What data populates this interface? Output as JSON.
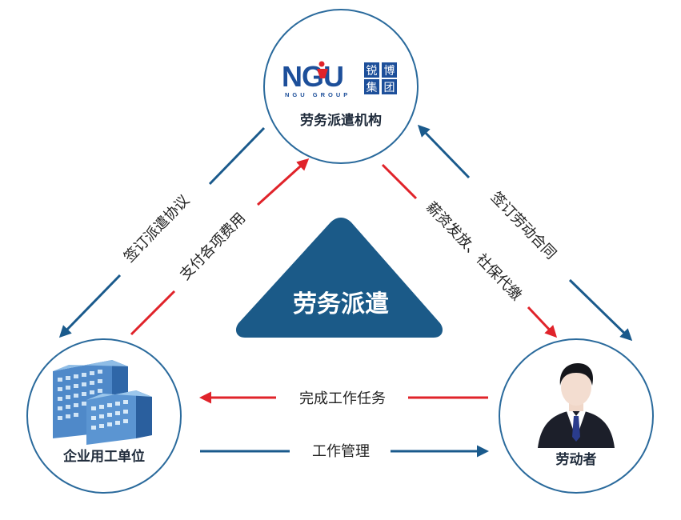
{
  "nodes": {
    "agency": {
      "label": "劳务派遣机构",
      "logo": {
        "mark": "NGU",
        "sub": "NGU GROUP",
        "chars": [
          "锐",
          "博",
          "集",
          "团"
        ]
      }
    },
    "employer": {
      "label": "企业用工单位"
    },
    "worker": {
      "label": "劳动者"
    }
  },
  "center": {
    "label": "劳务派遣"
  },
  "edges": {
    "dispatch_agreement": "签订派遣协议",
    "pay_fees": "支付各项费用",
    "labor_contract": "签订劳动合同",
    "salary_insurance": "薪资发放、社保代缴",
    "complete_tasks": "完成工作任务",
    "work_management": "工作管理"
  },
  "colors": {
    "blue": "#1a5a8c",
    "red": "#e0232a",
    "circle_stroke": "#2a6a9c",
    "logo_blue": "#1d4f9a",
    "center_fill": "#1b5a88"
  }
}
